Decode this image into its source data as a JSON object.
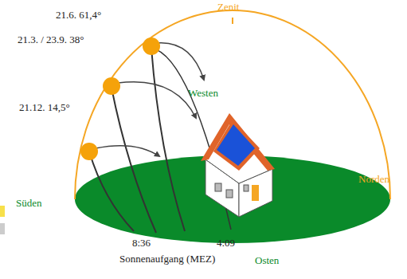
{
  "diagram": {
    "labels": [
      "Zenit",
      "21.6. 61,4°",
      "21.3. / 23.9. 38°",
      "21.12. 14,5°",
      "Westen",
      "Süden",
      "Norden",
      "8:36",
      "4:09",
      "Sonnenaufgang (MEZ)",
      "Osten"
    ]
  }
}
